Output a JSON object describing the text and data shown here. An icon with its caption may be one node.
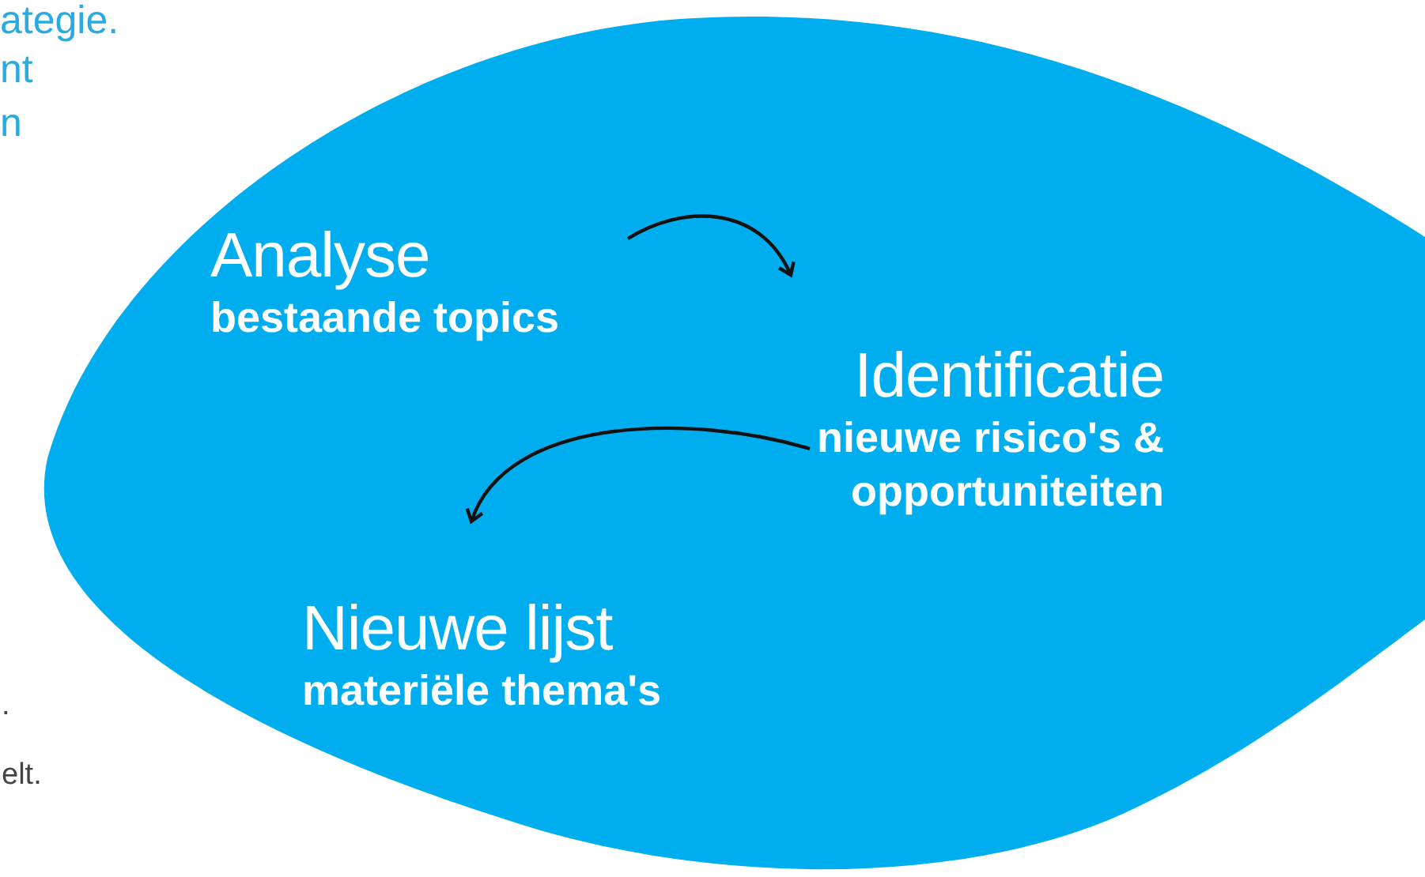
{
  "diagram": {
    "nodes": [
      {
        "text": [],
        "shape": "blob"
      },
      {
        "text": [
          "Analyse",
          "bestaande topics"
        ],
        "in": 0
      },
      {
        "text": [
          "Identificatie",
          "nieuwe risico's & opportuniteiten"
        ],
        "in": 0
      },
      {
        "text": [
          "Nieuwe lijst",
          "materiële thema's"
        ],
        "in": 0
      }
    ],
    "edges": [
      {
        "from": 1,
        "to": 2,
        "arrow": "to"
      },
      {
        "from": 2,
        "to": 3,
        "arrow": "to"
      }
    ],
    "labels": [
      "ategie.",
      "nt",
      "n",
      ".",
      "elt."
    ]
  }
}
